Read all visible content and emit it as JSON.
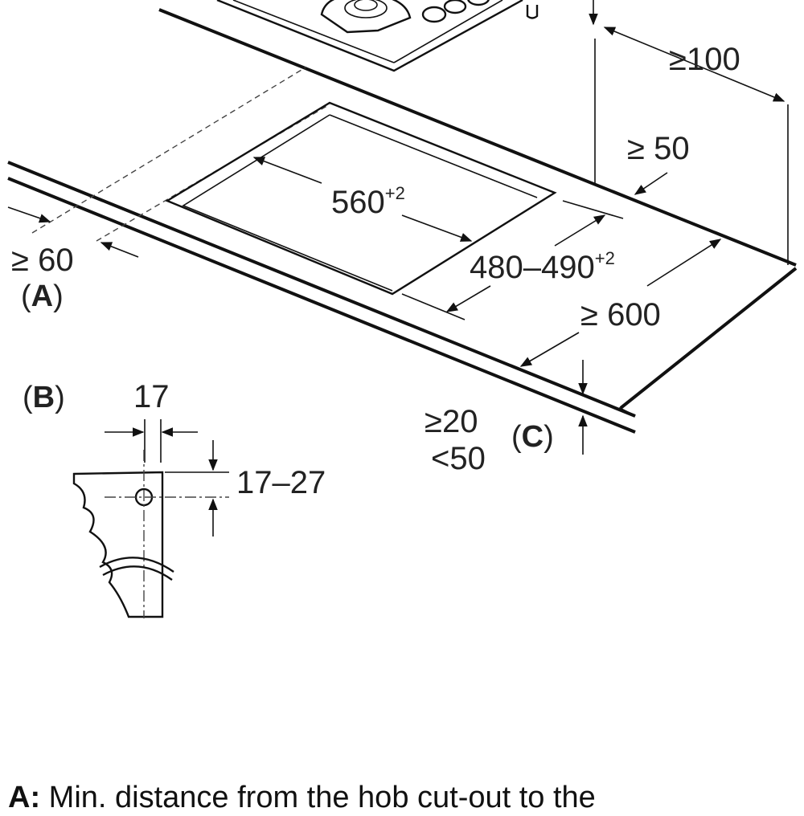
{
  "dimensions": {
    "rear_clearance": "≥100",
    "side_gap": "≥ 50",
    "cutout_width": "560",
    "cutout_width_tol": "+2",
    "cutout_depth": "480–490",
    "cutout_depth_tol": "+2",
    "worktop_depth": "≥ 600",
    "front_distance": "≥ 60",
    "worktop_thickness_min": "≥20",
    "worktop_thickness_max": "<50",
    "detail_width": "17",
    "detail_height": "17–27"
  },
  "labels": {
    "a": "A",
    "b": "B",
    "c": "C"
  },
  "footnote": {
    "key": "A:",
    "text": " Min. distance from the hob cut-out to the"
  }
}
